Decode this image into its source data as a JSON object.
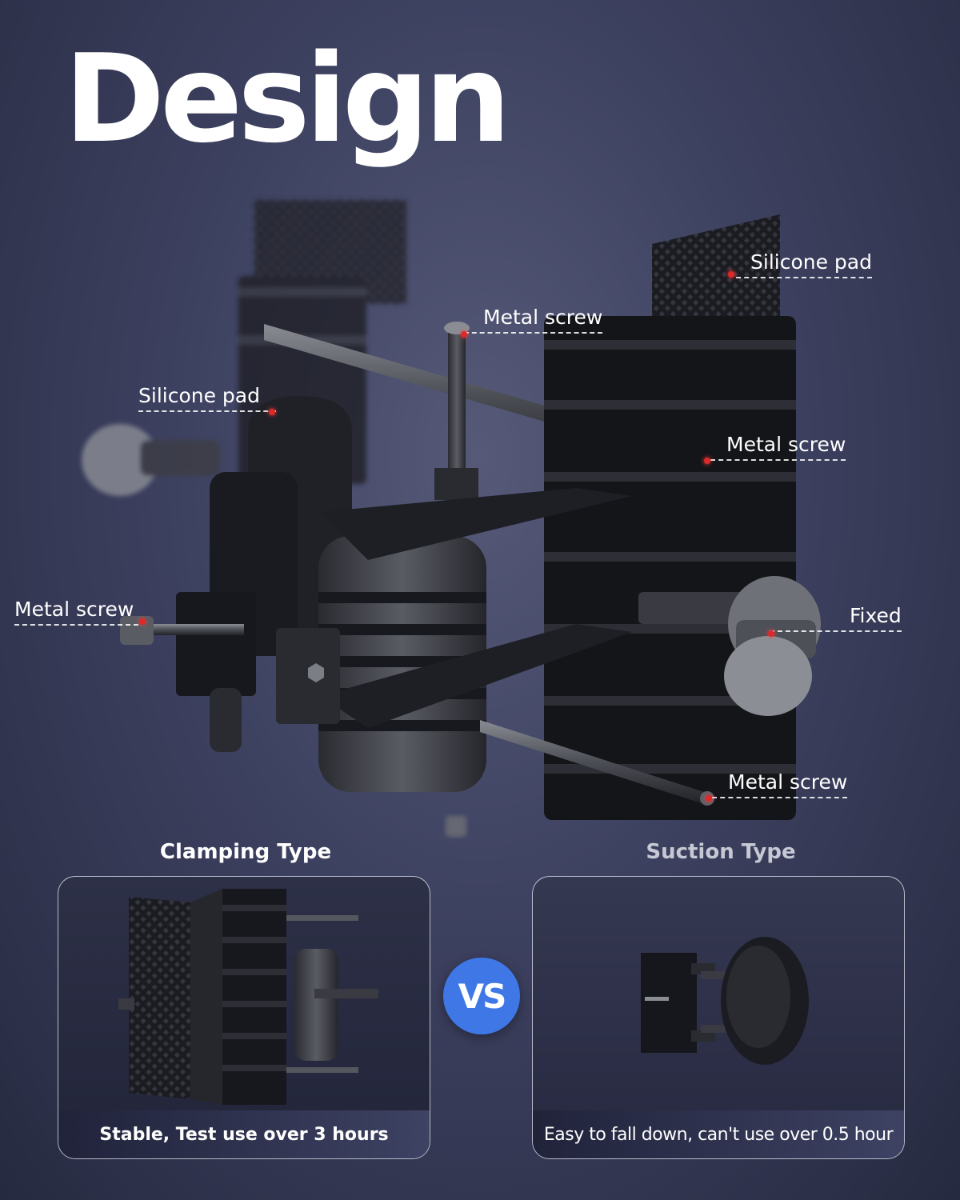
{
  "title": "Design",
  "callouts": {
    "silicone_pad_right": "Silicone pad",
    "metal_screw_top": "Metal screw",
    "silicone_pad_left": "Silicone pad",
    "metal_screw_mid_right": "Metal screw",
    "metal_screw_left": "Metal screw",
    "fixed": "Fixed",
    "metal_screw_bottom": "Metal screw"
  },
  "comparison": {
    "clamping": {
      "heading": "Clamping Type",
      "caption": "Stable, Test use over 3 hours"
    },
    "vs_label": "VS",
    "suction": {
      "heading": "Suction Type",
      "caption": "Easy to fall down, can't use over 0.5 hour"
    }
  },
  "colors": {
    "accent": "#3f78e6",
    "callout_dot": "#e02828"
  }
}
